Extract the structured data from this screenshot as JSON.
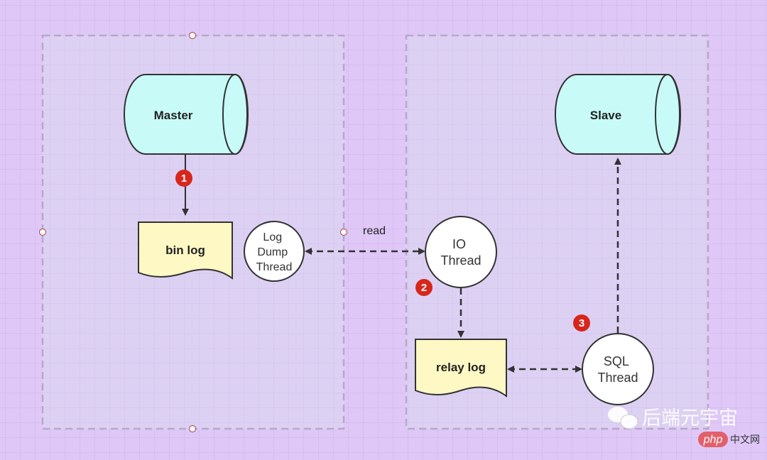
{
  "nodes": {
    "master": "Master",
    "slave": "Slave",
    "bin_log": "bin log",
    "relay_log": "relay log",
    "log_dump_thread": [
      "Log",
      "Dump",
      "Thread"
    ],
    "io_thread": [
      "IO",
      "Thread"
    ],
    "sql_thread": [
      "SQL",
      "Thread"
    ]
  },
  "edges": {
    "read_label": "read"
  },
  "steps": [
    "1",
    "2",
    "3"
  ],
  "watermark": {
    "text": "后端元宇宙",
    "badge": "php",
    "suffix": "中文网"
  },
  "colors": {
    "background": "#dfc8f7",
    "panel": "#dcd4f2",
    "cylinder": "#c8fbf8",
    "document": "#fdf8c4",
    "step_badge": "#d7261c",
    "stroke": "#333333"
  }
}
